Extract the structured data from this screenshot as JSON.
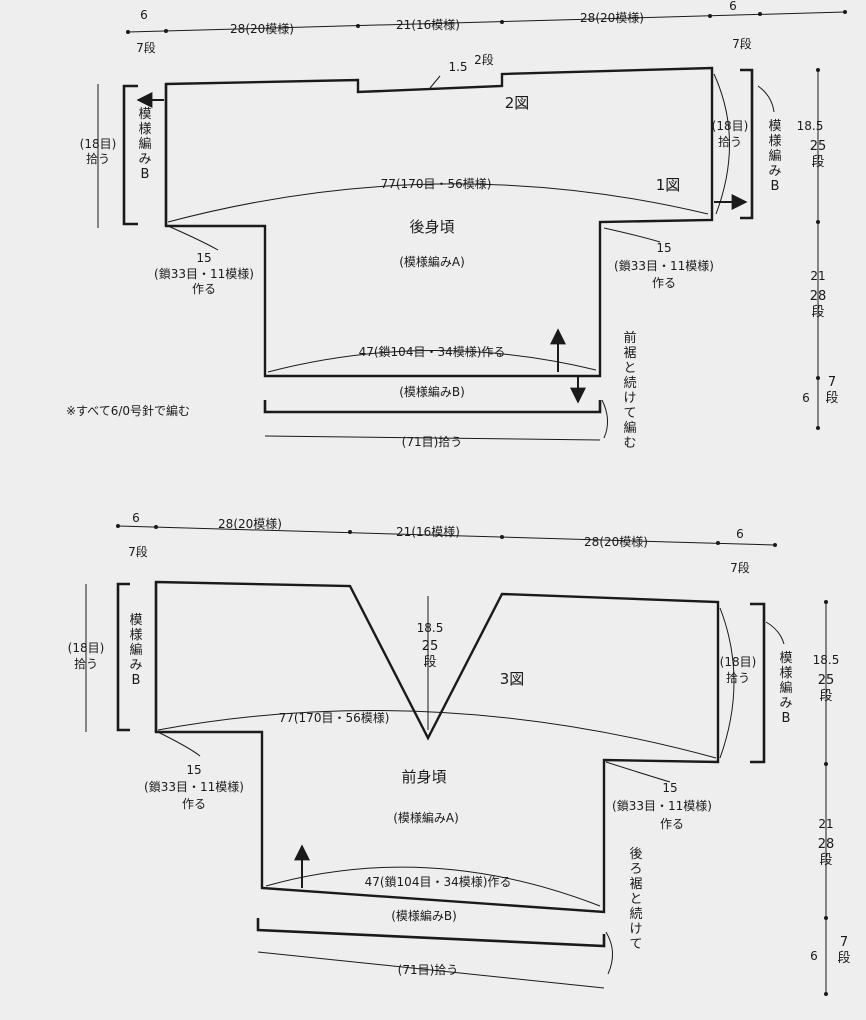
{
  "note": "※すべて6/0号針で編む",
  "back": {
    "top_dims": {
      "edge": "6",
      "edge_rows": "7段",
      "side": "28(20模様)",
      "center": "21(16模様)"
    },
    "center_drop": "1.5",
    "center_drop_rows": "2段",
    "fig2": "2図",
    "fig1": "1図",
    "title": "後身頃",
    "pattern_a": "(模様編みA)",
    "width77": "77(170目・56模様)",
    "sleeve_pick": "(18目)",
    "sleeve_pick2": "拾う",
    "sleeve_pattern": "模様編みB",
    "underarm": "15",
    "underarm_detail": "(鎖33目・11模様)",
    "underarm_make": "作る",
    "hem_width": "47(鎖104目・34模様)作る",
    "hem_pattern": "(模様編みB)",
    "hem_pick": "(71目)拾う",
    "hem_note": "前裾と続けて編む",
    "right_dims": {
      "sleeve_len": "18.5",
      "sleeve_rows": "25段",
      "body_len": "21",
      "body_rows": "28段",
      "hem_len": "6",
      "hem_rows": "7段"
    }
  },
  "front": {
    "top_dims": {
      "edge": "6",
      "edge_rows": "7段",
      "side": "28(20模様)",
      "center": "21(16模様)"
    },
    "neck_depth": "18.5",
    "neck_rows": "25段",
    "fig3": "3図",
    "title": "前身頃",
    "pattern_a": "(模様編みA)",
    "width77": "77(170目・56模様)",
    "sleeve_pick": "(18目)",
    "sleeve_pick2": "拾う",
    "sleeve_pattern": "模様編みB",
    "underarm": "15",
    "underarm_detail": "(鎖33目・11模様)",
    "underarm_make": "作る",
    "hem_width": "47(鎖104目・34模様)作る",
    "hem_pattern": "(模様編みB)",
    "hem_pick": "(71目)拾う",
    "hem_note": "後ろ裾と続けて",
    "right_dims": {
      "sleeve_len": "18.5",
      "sleeve_rows": "25段",
      "body_len": "21",
      "body_rows": "28段",
      "hem_len": "6",
      "hem_rows": "7段"
    }
  }
}
